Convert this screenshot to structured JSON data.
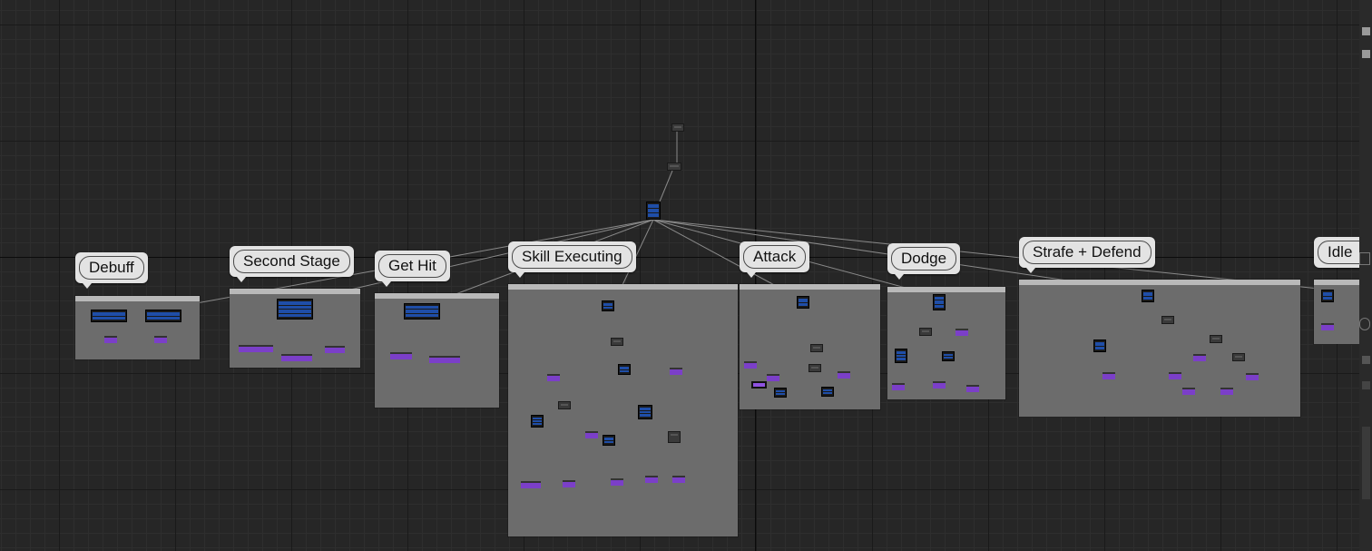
{
  "editor": {
    "groups": [
      {
        "label": "Debuff"
      },
      {
        "label": "Second Stage"
      },
      {
        "label": "Get Hit"
      },
      {
        "label": "Skill Executing"
      },
      {
        "label": "Attack"
      },
      {
        "label": "Dodge"
      },
      {
        "label": "Strafe + Defend"
      },
      {
        "label": "Idle"
      }
    ]
  },
  "colors": {
    "canvas_bg": "#262626",
    "comment_box": "#6c6c6c",
    "comment_header": "#b9b9b9",
    "composite_node": "#1f4ea8",
    "task_node": "#7b3fc8",
    "bubble_bg": "#e3e3e3"
  },
  "icons": {
    "root_node": "root-node-icon",
    "composite": "composite-node-icon",
    "decorator": "decorator-node-icon",
    "task": "task-node-icon"
  }
}
